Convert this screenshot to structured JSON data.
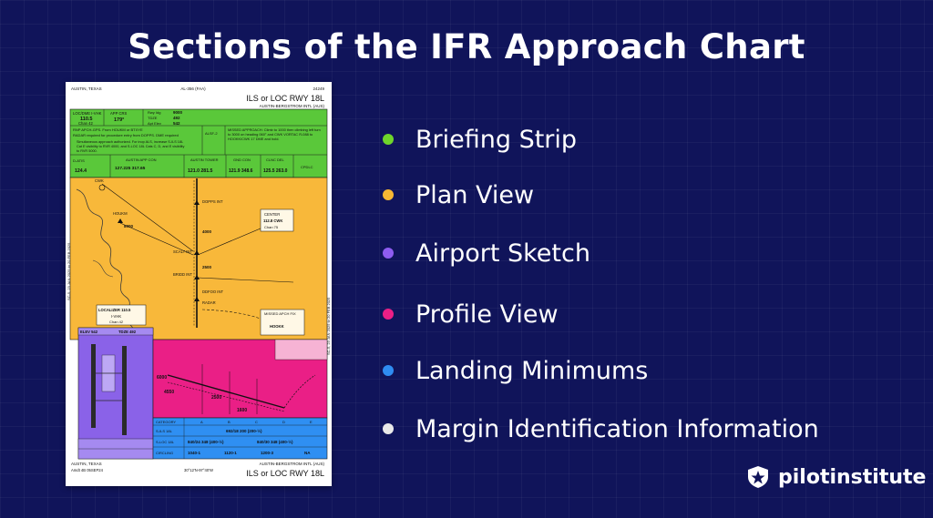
{
  "title": "Sections of the IFR Approach Chart",
  "legend": {
    "items": [
      {
        "label": "Briefing Strip",
        "color": "#6fd52b"
      },
      {
        "label": "Plan View",
        "color": "#f7b733"
      },
      {
        "label": "Airport Sketch",
        "color": "#8e5cf0"
      },
      {
        "label": "Profile View",
        "color": "#ec1f86"
      },
      {
        "label": "Landing Minimums",
        "color": "#2f8cf2"
      },
      {
        "label": "Margin Identification Information",
        "color": "#e9e9e9"
      }
    ]
  },
  "brand": {
    "name": "pilotinstitute"
  },
  "plate": {
    "city_top": "AUSTIN, TEXAS",
    "al_number": "AL-356 (FAA)",
    "chart_number": "24249",
    "procedure": "ILS or LOC RWY 18L",
    "airport": "AUSTIN-BERGSTROM INTL (AUS)",
    "loc_dme": "LOC/DME I-VHK",
    "loc_freq": "110.5",
    "chan": "Chan 42",
    "app_crs_label": "APP CRS",
    "app_crs": "179°",
    "rwy_idg_label": "Rwy Idg",
    "rwy_idg": "9000",
    "tdze_label": "TDZE",
    "tdze": "492",
    "apt_elev_label": "Apt Elev",
    "apt_elev": "542",
    "rnp_note": "RNP APCH-GPS. From HOUKM or BTXYE",
    "radar_note": "RADAR required for procedure entry from DOPPS. DME required",
    "simul_note": "Simultaneous approach authorized. For inop ALS, increase S-ILS 18L",
    "simul_note2": "Cat E visibility to RVR 4000, and S-LOC 18L Cats C, D, and E visibility",
    "simul_note3": "to RVR 5000.",
    "alsf": "ALSF-2",
    "missed_note": "MISSED APPROACH: Climb to 1000 then climbing left turn to 3000 on heading 060° and CWK VORTAC R-088 to HOOKK/CWK 17 DME and hold.",
    "freqs": [
      {
        "label": "D-ATIS",
        "value": "124.4"
      },
      {
        "label": "AUSTIN APP CON",
        "value": "127.225 317.65"
      },
      {
        "label": "AUSTIN TOWER",
        "value": "121.0 281.5"
      },
      {
        "label": "GND CON",
        "value": "121.9 348.6"
      },
      {
        "label": "CLNC DEL",
        "value": "125.5 263.0"
      },
      {
        "label": "CPDLC",
        "value": ""
      }
    ],
    "plan_labels": {
      "cwk": "CWK",
      "dopps": "DOPPS INT",
      "houkm": "HOUKM",
      "center": "CENTER",
      "center_freq": "112.8 CWK",
      "center_chan": "Chan 75",
      "scalt": "SCALT INT",
      "bridd": "BRIDD INT",
      "ddfoo": "DDFOO INT",
      "localizer": "LOCALIZER 110.5",
      "ivhk": "I-VHK",
      "loc_chan": "Chan 42",
      "missed_fix": "MISSED APCH FIX",
      "hookk": "HOOKK",
      "radar": "RADAR",
      "alt_8000": "8000",
      "alt_4000": "4000",
      "alt_2500": "2500"
    },
    "margin_left": "SC-5, 23 JAN 2025 to 20 FEB 2025",
    "margin_right": "SC-5, 23 JAN 2025 to 20 FEB 2025",
    "elev": "ELEV 542",
    "tdze_small": "TDZE 492",
    "profile_alts": [
      "6000",
      "4550",
      "2500",
      "1600"
    ],
    "min_header": [
      "CATEGORY",
      "A",
      "B",
      "C",
      "D",
      "E"
    ],
    "min_rows": [
      {
        "label": "S-ILS 18L",
        "value": "692/18 200 (200-½)"
      },
      {
        "label": "S-LOC 18L",
        "value": "840/24 348 (400-½)",
        "value2": "840/30 348 (400-½)"
      },
      {
        "label": "CIRCLING",
        "value": "1040-1",
        "value2": "1120-1",
        "value3": "1200-3",
        "value4": "NA"
      }
    ],
    "city_bottom": "AUSTIN, TEXAS",
    "amdt": "Amdt 4B 05SEP24",
    "coords": "30°12'N-97°40'W",
    "procedure_bottom": "ILS or LOC RWY 18L",
    "airport_bottom": "AUSTIN-BERGSTROM INTL (AUS)"
  }
}
